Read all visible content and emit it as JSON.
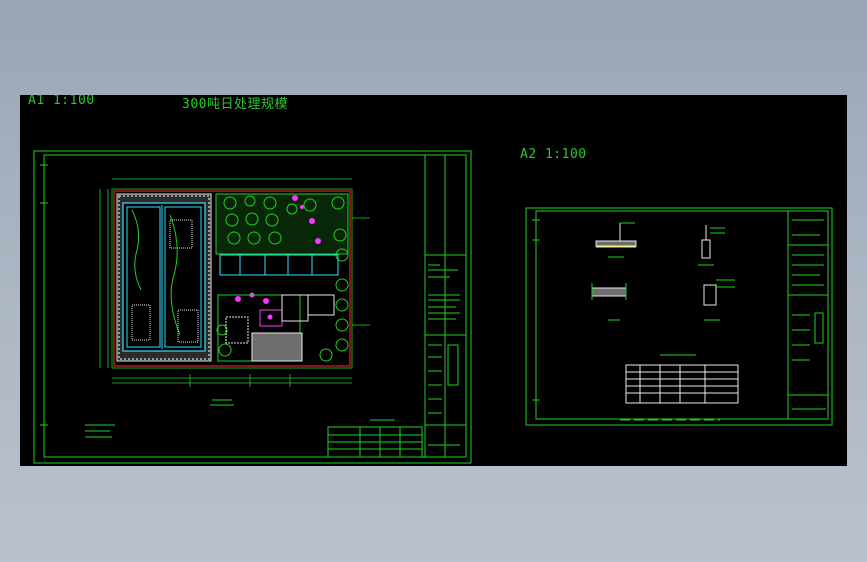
{
  "viewer": {
    "background": "#a8b2c0"
  },
  "drawing": {
    "background": "#000000",
    "colors": {
      "line": "#1fd11f",
      "accent_red": "#ff2a2a",
      "magenta": "#ff33ff",
      "cyan": "#33e0ff",
      "white": "#e8e8e8",
      "yellow": "#ffee33"
    },
    "sheet_a1": {
      "label": "A1 1:100",
      "caption": "300吨日处理规模"
    },
    "sheet_a2": {
      "label": "A2 1:100"
    }
  }
}
